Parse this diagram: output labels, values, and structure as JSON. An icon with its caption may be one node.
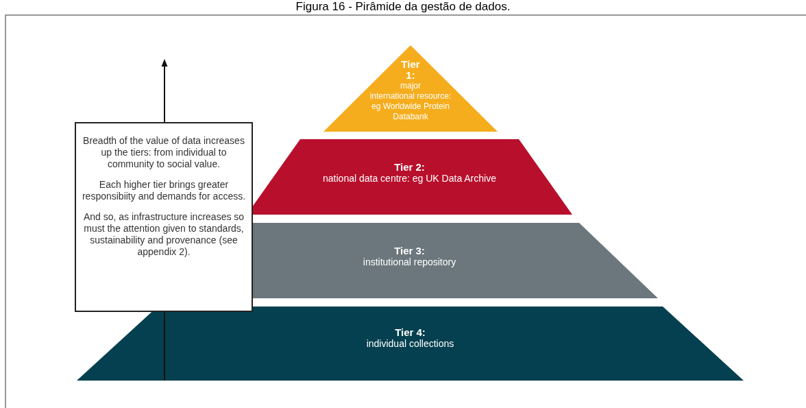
{
  "diagram": {
    "title": "Figura 16 - Pirâmide da gestão de dados.",
    "nodes": [
      {
        "text": [
          "Tier 1:",
          "major international resource: eg Worldwide Protein Databank"
        ]
      },
      {
        "text": [
          "Tier 2:",
          "national data centre: eg UK Data Archive"
        ]
      },
      {
        "text": [
          "Tier 3:",
          "institutional repository"
        ]
      },
      {
        "text": [
          "Tier 4:",
          "individual collections"
        ]
      },
      {
        "text": [
          "Breadth of the value of data increases up the tiers: from individual to community to social value.",
          "Each higher tier brings greater responsibiity and demands for access.",
          "And so, as infrastructure increases so must the attention given to standards, sustainability and provenance (see appendix 2)."
        ]
      }
    ],
    "edges": []
  }
}
